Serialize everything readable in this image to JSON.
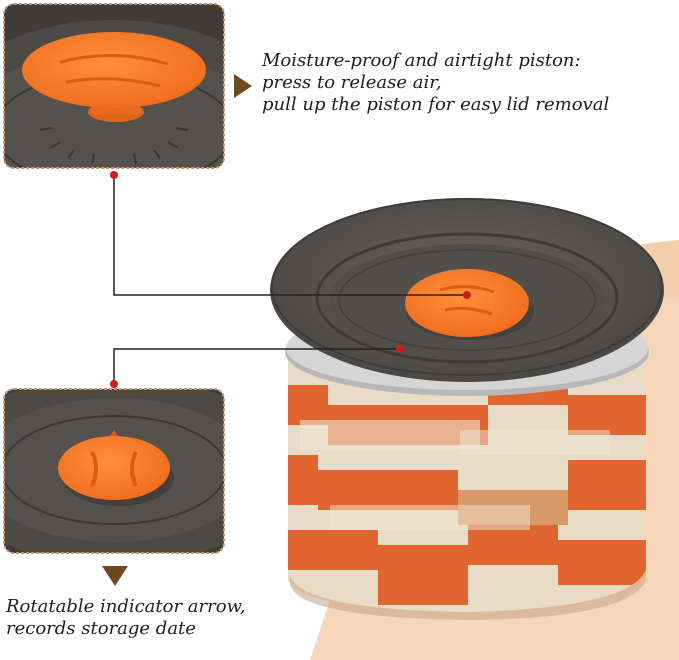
{
  "callouts": {
    "piston": {
      "lines": [
        "Moisture-proof and airtight piston:",
        "press to release air,",
        "pull up the piston for easy lid removal"
      ]
    },
    "indicator": {
      "lines": [
        "Rotatable indicator arrow,",
        "records storage date"
      ]
    }
  },
  "colors": {
    "background": "#ffffff",
    "peach_backdrop": "#f6d5b8",
    "lid_gray": "#5e5a56",
    "lid_dark": "#4a4642",
    "orange_piston": "#f57a2a",
    "frame_dashed": "#c9956b",
    "arrow_brown": "#6e4a1e",
    "leader_dot": "#d21b1b",
    "stripe_orange": "#e0652e",
    "stripe_beige": "#e8dcc6"
  }
}
